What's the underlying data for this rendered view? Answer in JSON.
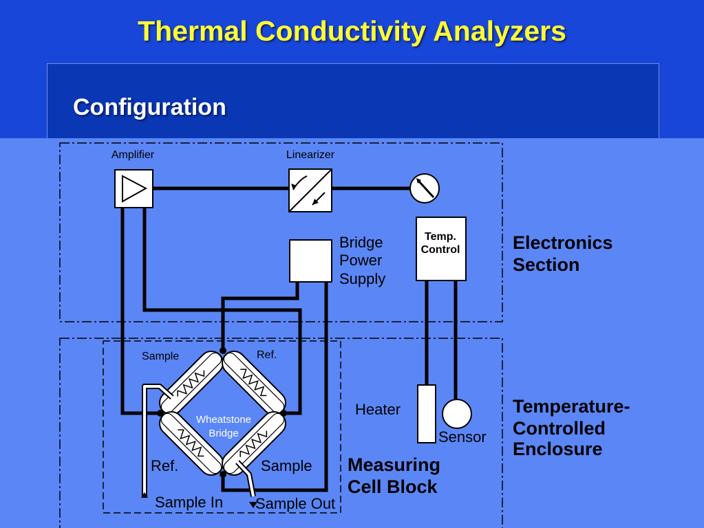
{
  "slide": {
    "title": "Thermal Conductivity Analyzers",
    "subtitle": "Configuration"
  },
  "diagram": {
    "electronics": {
      "amplifier_label": "Amplifier",
      "linearizer_label": "Linearizer",
      "bridge_power_supply": [
        "Bridge",
        "Power",
        "Supply"
      ],
      "temp_control": [
        "Temp.",
        "Control"
      ],
      "section_label": [
        "Electronics",
        "Section"
      ]
    },
    "measuring_cell": {
      "sample_top_label": "Sample",
      "ref_top_label": "Ref.",
      "bridge_label": [
        "Wheatstone",
        "Bridge"
      ],
      "ref_bottom_label": "Ref.",
      "sample_bottom_label": "Sample",
      "sample_in_label": "Sample In",
      "sample_out_label": "Sample Out",
      "block_label": [
        "Measuring",
        "Cell Block"
      ]
    },
    "enclosure": {
      "heater_label": "Heater",
      "sensor_label": "Sensor",
      "section_label": [
        "Temperature-",
        "Controlled",
        "Enclosure"
      ]
    }
  }
}
